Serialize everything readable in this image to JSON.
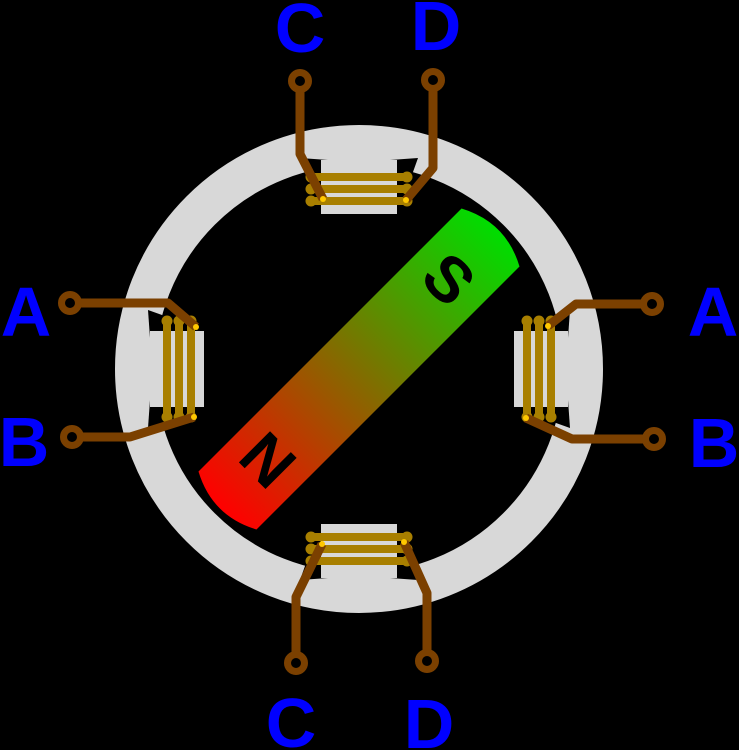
{
  "diagram": {
    "terminal_labels": {
      "top_left": "C",
      "top_right": "D",
      "left_upper": "A",
      "left_lower": "B",
      "right_upper": "A",
      "right_lower": "B",
      "bottom_left": "C",
      "bottom_right": "D"
    },
    "rotor_magnet": {
      "north_pole": "N",
      "south_pole": "S"
    },
    "colors": {
      "background": "#000000",
      "stator_ring": "#d8d8d8",
      "copper_wire": "#7b4000",
      "coil_winding": "#a87f00",
      "junction_dot": "#ffc800",
      "terminal_label": "#0000ff",
      "magnet_north": "#ff0000",
      "magnet_south": "#00dd00",
      "magnet_letter": "#000000"
    }
  }
}
